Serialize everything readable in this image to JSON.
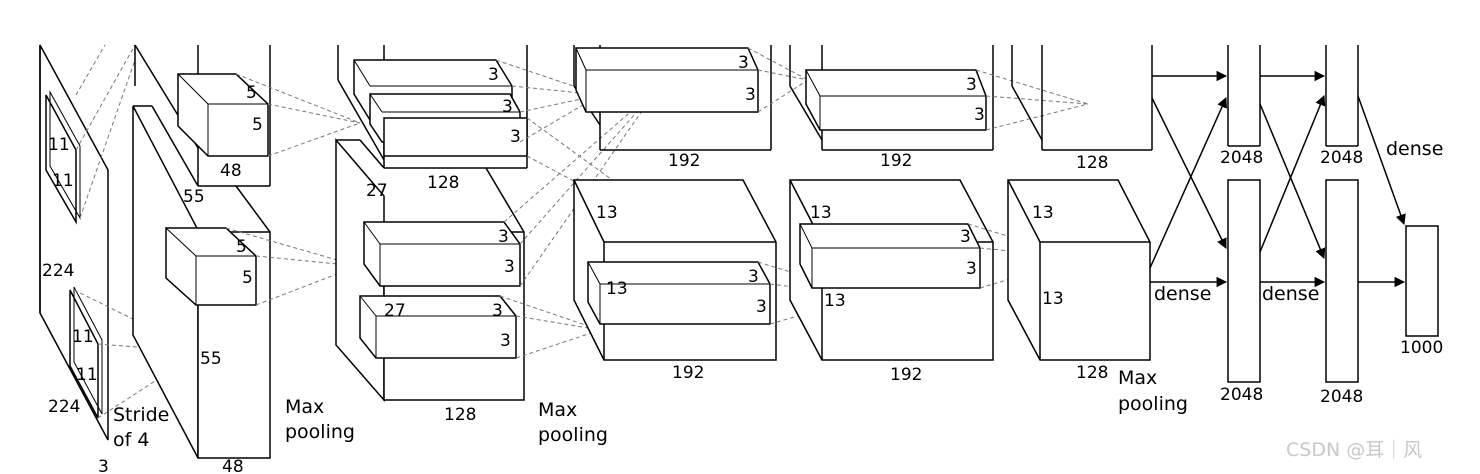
{
  "input": {
    "kernel_top": "11",
    "kernel_top_2": "11",
    "height": "224",
    "width": "224",
    "kernel_bot": "11",
    "kernel_bot_2": "11",
    "stride": [
      "Stride",
      "of 4"
    ],
    "depth": "3"
  },
  "conv1": {
    "top_k1": "5",
    "top_k2": "5",
    "top_depth": "48",
    "size": "55",
    "bot_k1": "5",
    "bot_k2": "5",
    "bot_depth": "48",
    "bot_size": "55",
    "pool": [
      "Max",
      "pooling"
    ]
  },
  "conv2": {
    "top_k1": "3",
    "top_k2": "3",
    "top_k3": "3",
    "top_depth": "128",
    "size": "27",
    "bot_k1": "3",
    "bot_k2": "3",
    "bot_inner_size": "27",
    "bot_inner_k1": "3",
    "bot_inner_k2": "3",
    "bot_depth": "128",
    "pool": [
      "Max",
      "pooling"
    ]
  },
  "conv3": {
    "top_k1": "3",
    "top_k2": "3",
    "top_depth": "192",
    "bot_size": "13",
    "bot_inner_size": "13",
    "bot_k1": "3",
    "bot_k2": "3",
    "bot_depth": "192"
  },
  "conv4": {
    "top_k1": "3",
    "top_k2": "3",
    "top_depth": "192",
    "bot_size": "13",
    "bot_inner_size": "13",
    "bot_k1": "3",
    "bot_k2": "3",
    "bot_depth": "192"
  },
  "conv5": {
    "top_depth": "128",
    "bot_size": "13",
    "bot_inner_size": "13",
    "bot_depth": "128",
    "pool": [
      "Max",
      "pooling"
    ]
  },
  "fc": {
    "fc6_top": "2048",
    "fc6_bot": "2048",
    "fc7_top": "2048",
    "fc7_bot": "2048",
    "dense1": "dense",
    "dense2": "dense",
    "dense3": "dense",
    "out": "1000"
  },
  "watermark": "CSDN @耳｜风"
}
